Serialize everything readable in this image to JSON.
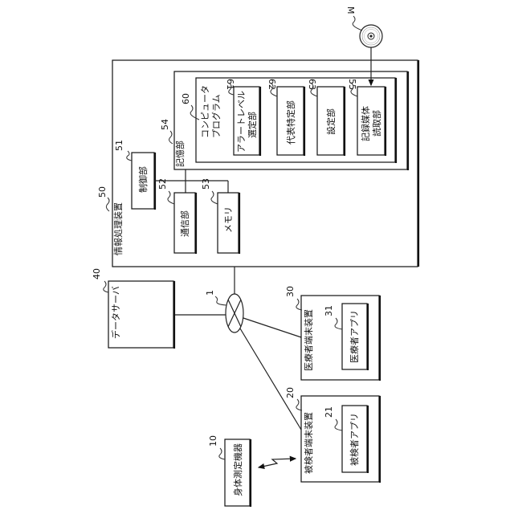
{
  "figure": {
    "orientation": "rotated-90-clockwise",
    "media": {
      "ref": "M"
    },
    "network": {
      "ref": "1"
    },
    "info_processing_device": {
      "ref": "50",
      "label": "情報処理装置",
      "control_unit": {
        "ref": "51",
        "label": "制御部"
      },
      "communication_unit": {
        "ref": "52",
        "label": "通信部"
      },
      "memory": {
        "ref": "53",
        "label": "メモリ"
      },
      "storage_unit": {
        "ref": "54",
        "label": "記憶部",
        "computer_program": {
          "ref": "60",
          "label_line1": "コンピュータ",
          "label_line2": "プログラム",
          "alert_level_selection": {
            "ref": "61",
            "label_line1": "アラートレベル",
            "label_line2": "選定部"
          },
          "representative_identification": {
            "ref": "62",
            "label": "代表特定部"
          },
          "setting_unit": {
            "ref": "63",
            "label": "設定部"
          },
          "media_reader": {
            "ref": "55",
            "label_line1": "記録媒体",
            "label_line2": "読取部"
          }
        }
      }
    },
    "data_server": {
      "ref": "40",
      "label": "データサーバ"
    },
    "medical_terminal": {
      "ref": "30",
      "label": "医療者端末装置",
      "app": {
        "ref": "31",
        "label": "医療者アプリ"
      }
    },
    "subject_terminal": {
      "ref": "20",
      "label": "被検者端末装置",
      "app": {
        "ref": "21",
        "label": "被検者アプリ"
      }
    },
    "body_measurement_device": {
      "ref": "10",
      "label": "身体測定機器"
    }
  }
}
